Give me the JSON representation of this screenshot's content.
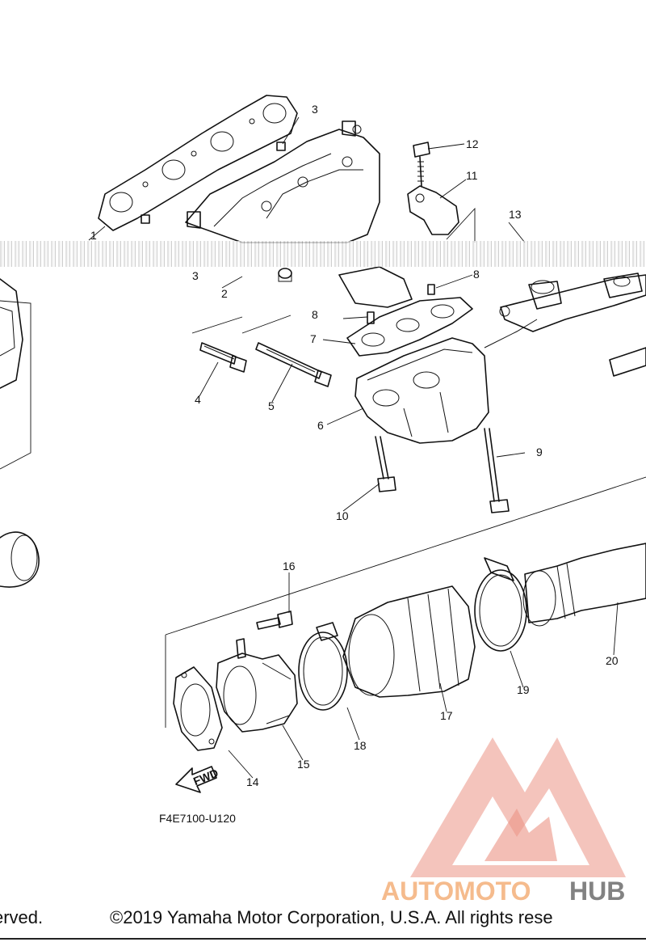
{
  "diagram": {
    "code": "F4E7100-U120",
    "fwd": "FWD",
    "callouts": [
      "1",
      "2",
      "3",
      "3",
      "4",
      "5",
      "6",
      "7",
      "8",
      "8",
      "9",
      "10",
      "11",
      "12",
      "13",
      "14",
      "15",
      "16",
      "17",
      "18",
      "19",
      "20"
    ]
  },
  "watermark": {
    "brand_part1": "AUTOMOTO",
    "brand_part2": "HUB",
    "color_primary": "#e8806f",
    "color_secondary": "#f4b07a",
    "color_dark": "#6d6d6d"
  },
  "footer": {
    "left_text": "erved.",
    "copyright": "©2019 Yamaha Motor Corporation, U.S.A. All rights rese"
  }
}
